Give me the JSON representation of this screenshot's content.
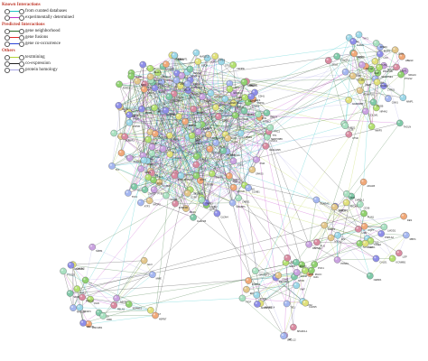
{
  "legend": {
    "known_title": "Known Interactions",
    "known_items": [
      {
        "label": "from curated databases",
        "color": "#22c3c6"
      },
      {
        "label": "experimentally determined",
        "color": "#c034c9"
      }
    ],
    "predicted_title": "Predicted Interactions",
    "predicted_items": [
      {
        "label": "gene neighborhood",
        "color": "#2d6c2d"
      },
      {
        "label": "gene fusions",
        "color": "#e02a2a"
      },
      {
        "label": "gene co-occurrence",
        "color": "#2a43d8"
      }
    ],
    "others_title": "Others",
    "others_items": [
      {
        "label": "textmining",
        "color": "#b5d33a"
      },
      {
        "label": "co-expression",
        "color": "#222222"
      },
      {
        "label": "protein homology",
        "color": "#a9a6e6"
      }
    ]
  },
  "edge_colors": [
    "#22c3c6",
    "#c034c9",
    "#2d6c2d",
    "#b5d33a",
    "#222222",
    "#a9a6e6"
  ],
  "node_colors": [
    "#8fd16f",
    "#d98aa0",
    "#8e8ee8",
    "#e2c68a",
    "#9bd7e8",
    "#b3e070",
    "#c9a2e0",
    "#7fc9a8",
    "#e0e07a",
    "#a4b6f0",
    "#f0a878",
    "#a8e0c0"
  ],
  "labels": [
    "SERPINB5",
    "BMX",
    "NR4A1",
    "NR2F2",
    "GFM2",
    "MAGEA4",
    "CDK2",
    "CCND1",
    "KRT7",
    "CCNA2",
    "TOP2A",
    "PBK",
    "SFRP1",
    "TP53",
    "CDH1",
    "VIM",
    "ERBB2",
    "EGFR",
    "AURKA",
    "BUB1",
    "MKI67",
    "CDKN2A",
    "IL6",
    "FN1",
    "MMP9",
    "CXCL8",
    "COL1A1",
    "SPP1",
    "KRT5",
    "ESR1",
    "PTEN",
    "MYC",
    "BIRC5",
    "CD44",
    "HRAS",
    "PDGFA",
    "NOTCH1",
    "JAG1",
    "MCM2",
    "FOXM1",
    "E2F1",
    "PCNA",
    "SOX2",
    "KIT",
    "SMAD4",
    "WNT5A",
    "ALDH1A1",
    "CHEK1",
    "RAD51",
    "BRCA1",
    "TYMS",
    "ITGB4",
    "LAMB3",
    "KRT14",
    "CAV1",
    "SCGB2A2",
    "PIP",
    "TFF1",
    "AGR2",
    "MUC1",
    "S100P",
    "CEACAM5",
    "CLDN4",
    "EPCAM",
    "GATA3",
    "AR",
    "PGR",
    "FOXA1",
    "XBP1",
    "CCNB1",
    "CDC20",
    "UBE2C",
    "RRM2",
    "TTK",
    "NEK2",
    "KIF2C",
    "HMMR",
    "DLGAP5",
    "CENPF",
    "ZWINT",
    "MELK",
    "ASPM",
    "NUSAP1",
    "PRC1",
    "KIF20A",
    "CDKN3",
    "TPX2",
    "CKS2",
    "MAD2L1",
    "ECT2",
    "PTTG1",
    "CDCA8",
    "KIF4A",
    "RACGAP1",
    "BUB1B",
    "CENPA",
    "ESPL1",
    "TACC3",
    "NDC80",
    "SPAG5",
    "STIL",
    "CEP55",
    "DTL",
    "GINS2",
    "ORC6",
    "MCM10",
    "EXO1",
    "POLQ",
    "FANCI",
    "CDC6",
    "CCNE2",
    "E2F8",
    "LMNB1",
    "HELLS",
    "SMC4",
    "NCAPG",
    "KIF14",
    "SHCBP1",
    "DEPDC1",
    "TRIP13",
    "GTSE1",
    "FAM83D",
    "ANLN",
    "KIF11",
    "OIP5",
    "PLK4",
    "CDC45",
    "CHAF1B",
    "RFC4",
    "TK1",
    "MYBL2",
    "UHRF1",
    "FEN1",
    "NUF2",
    "SKA1",
    "CDCA3",
    "PKMYT1",
    "CENPE",
    "AURKB",
    "BIRC3",
    "CXCL2",
    "ATF3",
    "JUN",
    "FOS",
    "EGR1",
    "DUSP1",
    "KLF4",
    "IER3",
    "ZFP36",
    "NFKBIA",
    "SOCS3",
    "CEBPD",
    "GADD45B",
    "PPP1R15A",
    "HBEGF",
    "THBS1",
    "SERPINE1",
    "CTGF",
    "CYR61",
    "ADAMTS1",
    "RGS2",
    "NR4A2",
    "NR4A3",
    "FOSB",
    "JUNB",
    "EGR3",
    "CCL2",
    "IL1B",
    "PTGS2",
    "SELE",
    "ICAM1",
    "VCAM1",
    "MMP1",
    "MMP3",
    "COL3A1",
    "COL5A1",
    "POSTN",
    "LUM",
    "DCN",
    "SPARC",
    "FAP",
    "TIMP1",
    "LOX",
    "BGN",
    "THY1",
    "PDGFRB",
    "ACTA2",
    "TAGLN",
    "MYH11",
    "CNN1",
    "DES",
    "LMOD1",
    "SYNPO2",
    "PLN",
    "CALD1",
    "MYLK",
    "ACTG2",
    "KCNMB1",
    "RBPMS2",
    "CHRDL1",
    "ABCA8",
    "SCARA5",
    "ADH1B",
    "CFD",
    "PLIN1",
    "LEP",
    "ADIPOQ",
    "FABP4",
    "LPL",
    "CIDEA",
    "PPARG",
    "CEBPA",
    "GPD1",
    "RBP4",
    "AQP7",
    "CD36",
    "PCK1",
    "LIPE",
    "PNPLA2",
    "TUSC5",
    "G0S2",
    "SAA1",
    "HP",
    "APOD",
    "ANGPTL4",
    "CXCL12",
    "IGF1",
    "FIGF",
    "TEK",
    "KDR",
    "PECAM1",
    "CDH5",
    "VWF",
    "ENG",
    "ESAM",
    "EMCN",
    "CLDN5",
    "TIE1",
    "ROBO4",
    "GPIHBP1",
    "RGCC",
    "SPARCL1",
    "ADAMTS9",
    "EDNRB",
    "TNXB",
    "FHL1",
    "SDPR",
    "AOC3",
    "CAVIN2",
    "MME",
    "HSD11B1",
    "PTGDS",
    "C7",
    "FBLN1",
    "FBLN5",
    "ELN",
    "MFAP4",
    "OGN",
    "ABI3BP",
    "SFRP4",
    "ITGA7",
    "RASL12",
    "HSPB7",
    "DMD",
    "SORBS1",
    "PRKCB",
    "ADRA2A"
  ]
}
